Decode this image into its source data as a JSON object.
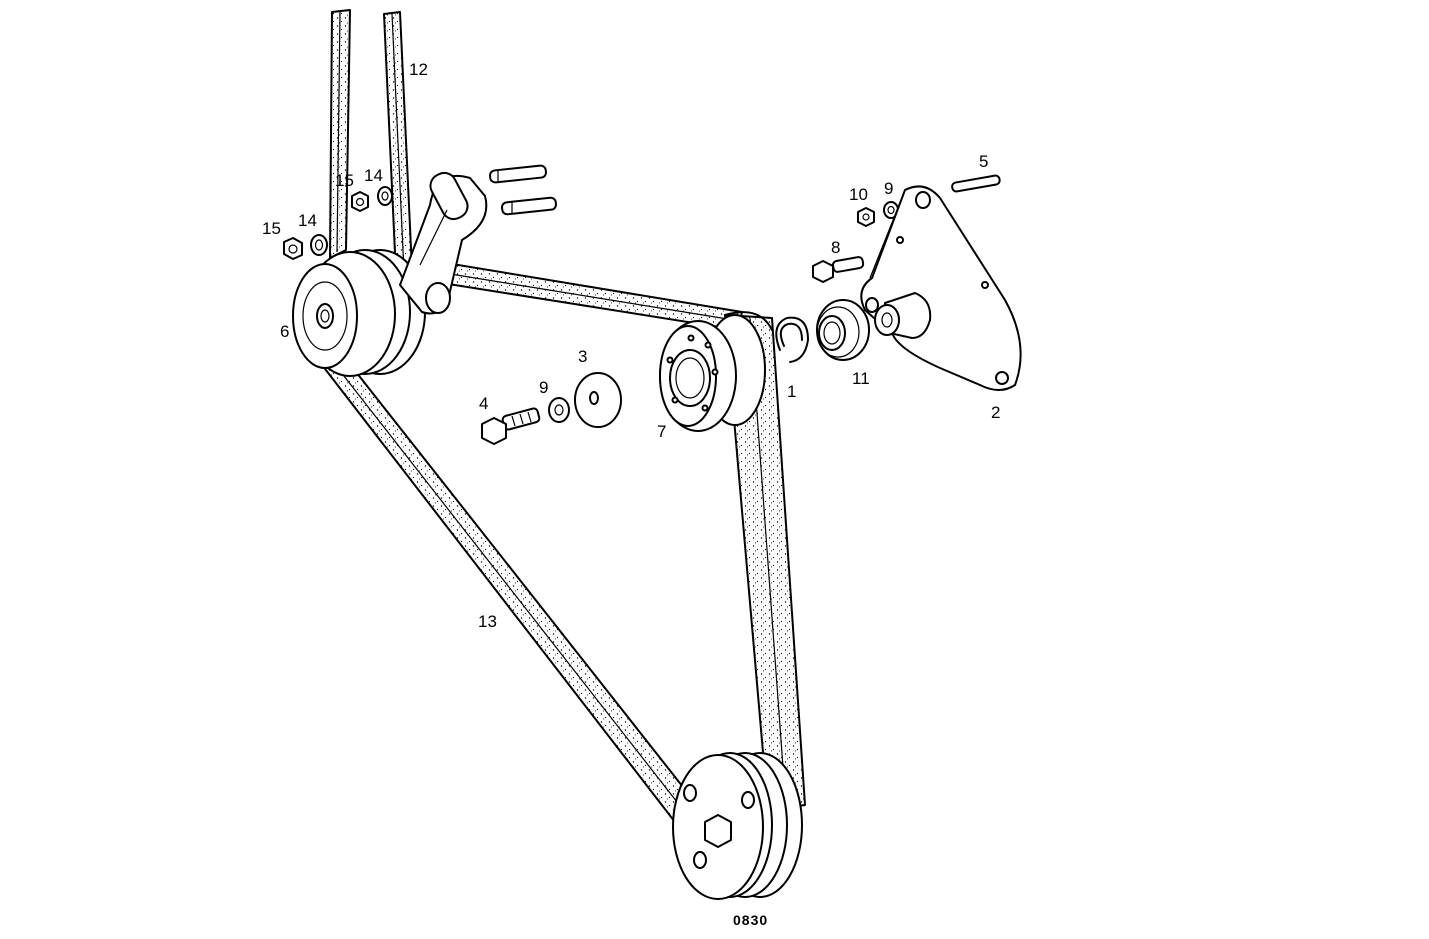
{
  "labels": {
    "l1": "1",
    "l2": "2",
    "l3": "3",
    "l4": "4",
    "l5": "5",
    "l6": "6",
    "l7": "7",
    "l8": "8",
    "l9a": "9",
    "l9b": "9",
    "l10": "10",
    "l11": "11",
    "l12": "12",
    "l13": "13",
    "l14a": "14",
    "l14b": "14",
    "l15a": "15",
    "l15b": "15"
  },
  "drawing_code": "0830"
}
